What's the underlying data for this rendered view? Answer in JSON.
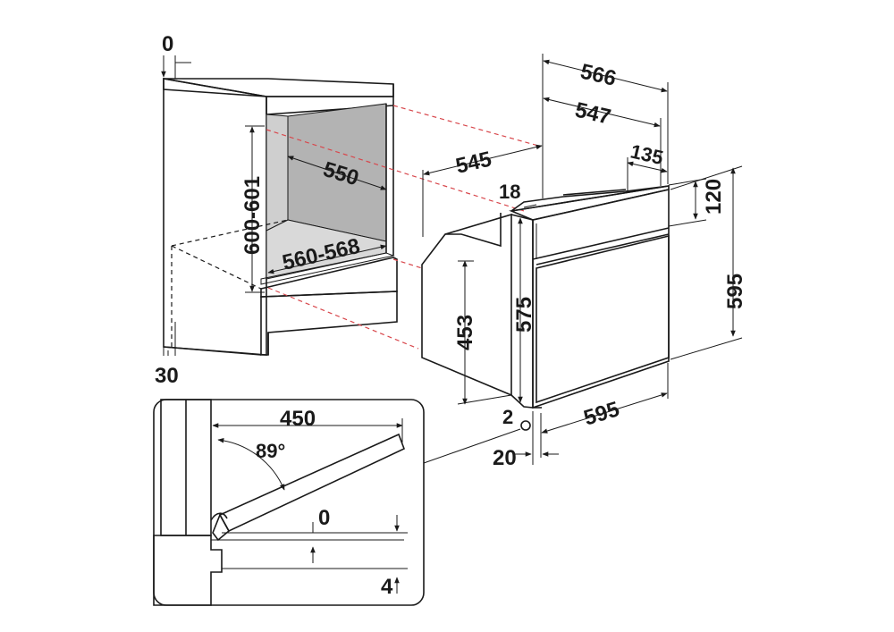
{
  "diagram": {
    "cabinet": {
      "top_gap": "0",
      "bottom_gap": "30",
      "height": "600-601",
      "depth": "550",
      "width": "560-568"
    },
    "oven": {
      "total_depth": "566",
      "body_depth": "547",
      "panel_depth": "135",
      "top_offset": "545",
      "trim": "18",
      "panel_height": "120",
      "total_height": "595",
      "body_height": "453",
      "front_height": "575",
      "bottom_gap": "2",
      "front_width": "595",
      "door_thickness": "20"
    },
    "detail": {
      "door_clearance": "450",
      "angle": "89°",
      "gap_top": "0",
      "gap_bottom": "4"
    }
  }
}
